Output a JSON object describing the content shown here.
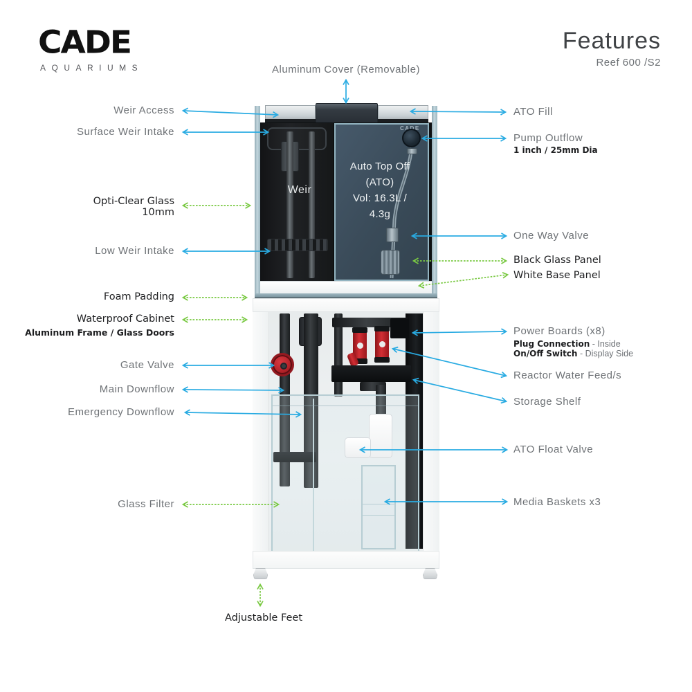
{
  "header": {
    "brand": "CADE",
    "brand_sub": "AQUARIUMS",
    "title": "Features",
    "subtitle": "Reef 600 /S2"
  },
  "colors": {
    "arrow_blue": "#29abe2",
    "arrow_green": "#7ac943",
    "label_gray": "#6e7276",
    "label_dark": "#1d1e20",
    "ato_panel": "#3a4b59",
    "valve_red": "#c1272d"
  },
  "callouts": {
    "aluminum_cover": "Aluminum Cover (Removable)",
    "weir_access": "Weir Access",
    "surface_weir_intake": "Surface Weir Intake",
    "opti_clear_glass_line1": "Opti-Clear Glass",
    "opti_clear_glass_line2": "10mm",
    "low_weir_intake": "Low Weir Intake",
    "foam_padding": "Foam Padding",
    "waterproof_cabinet": "Waterproof Cabinet",
    "waterproof_cabinet_sub": "Aluminum Frame / Glass Doors",
    "gate_valve": "Gate Valve",
    "main_downflow": "Main Downflow",
    "emergency_downflow": "Emergency Downflow",
    "glass_filter": "Glass Filter",
    "adjustable_feet": "Adjustable Feet",
    "ato_fill": "ATO Fill",
    "pump_outflow": "Pump Outflow",
    "pump_outflow_sub": "1 inch / 25mm Dia",
    "one_way_valve": "One Way Valve",
    "black_glass_panel": "Black Glass Panel",
    "white_base_panel": "White Base Panel",
    "power_boards": "Power Boards (x8)",
    "power_boards_sub1_bold": "Plug Connection",
    "power_boards_sub1_rest": " - Inside",
    "power_boards_sub2_bold": "On/Off Switch",
    "power_boards_sub2_rest": " - Display Side",
    "reactor_water_feed": "Reactor Water Feed/s",
    "storage_shelf": "Storage Shelf",
    "ato_float_valve": "ATO Float Valve",
    "media_baskets": "Media Baskets x3"
  },
  "diagram": {
    "weir_label": "Weir",
    "tank_brand": "CADE",
    "ato_lines": [
      "Auto Top Off",
      "(ATO)",
      "Vol: 16.3L /",
      "4.3g"
    ]
  }
}
